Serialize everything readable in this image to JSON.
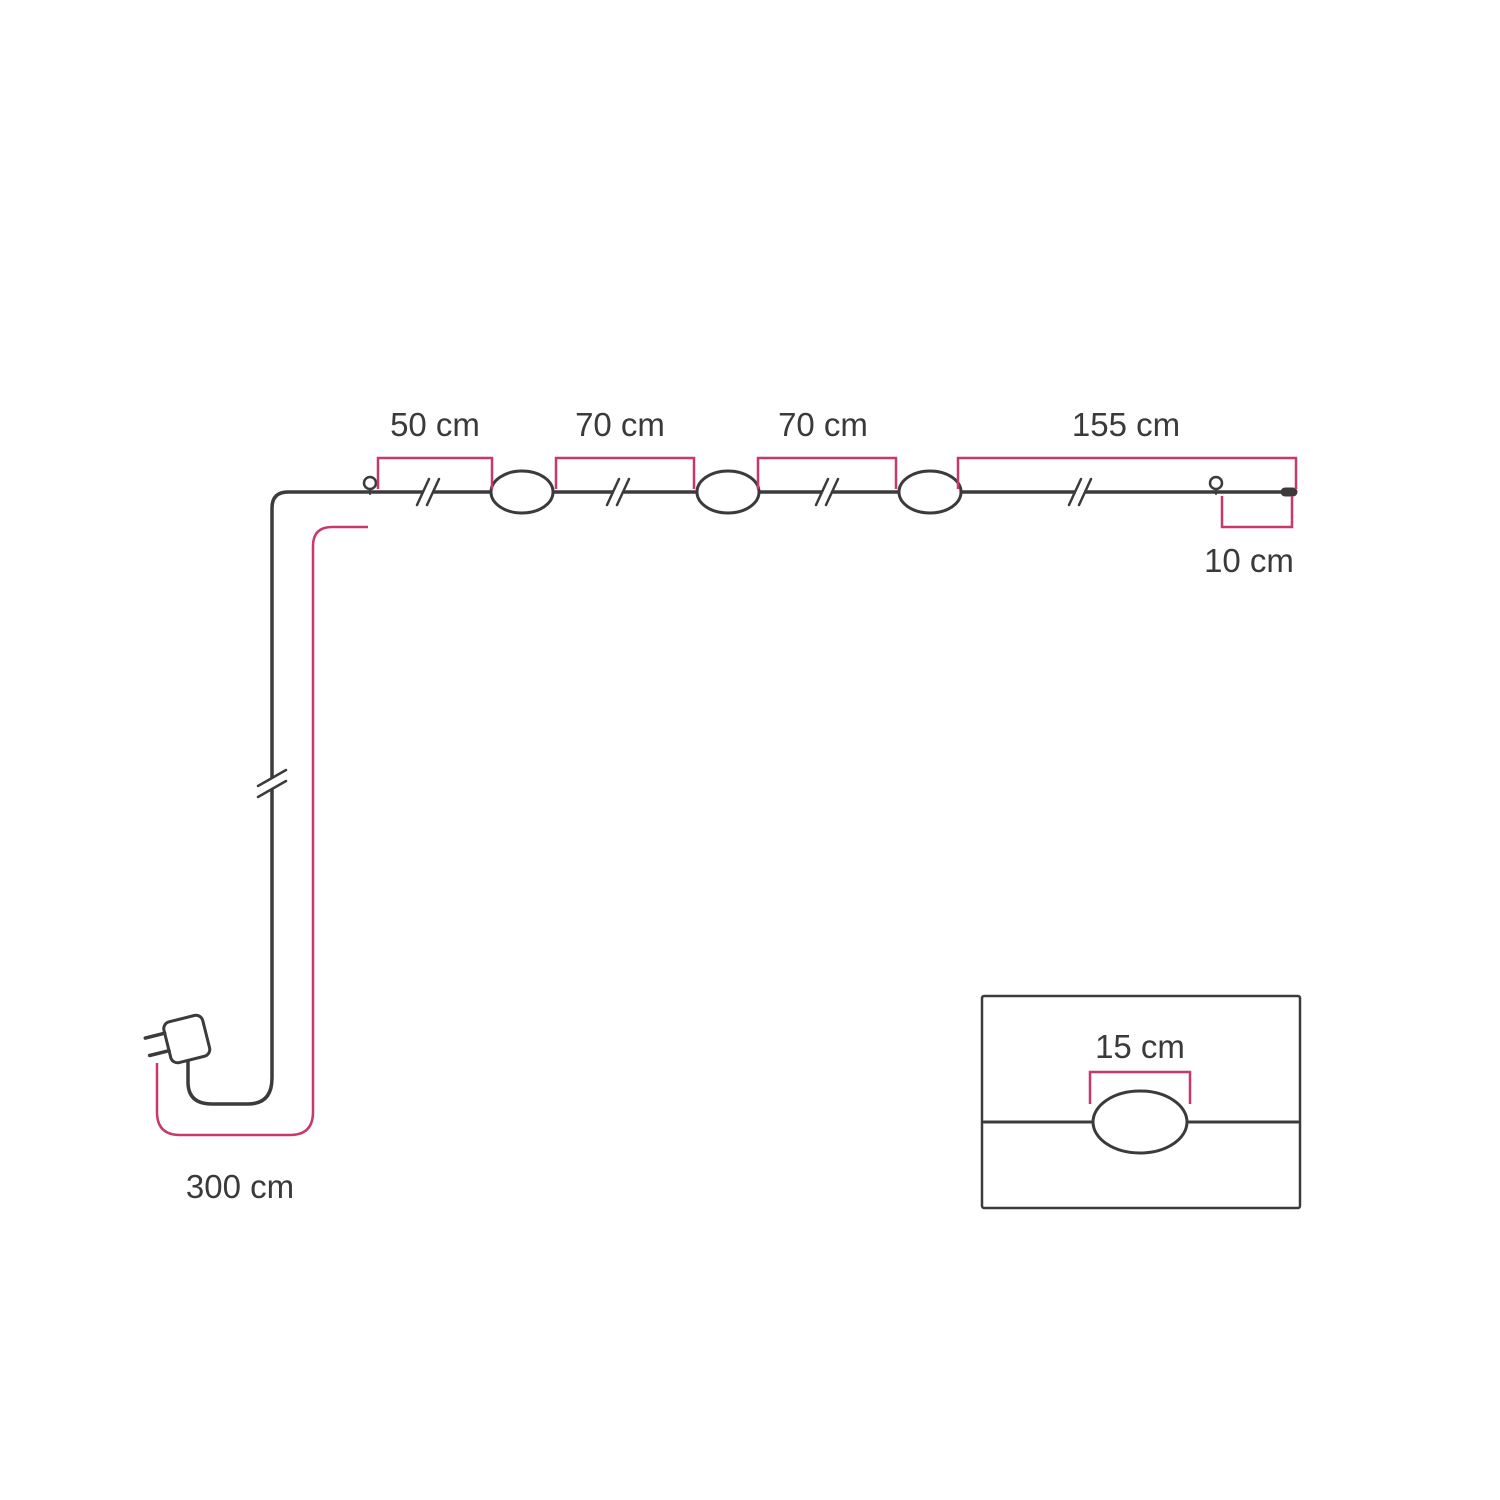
{
  "diagram": {
    "description": "String light cable dimension diagram",
    "colors": {
      "cable": "#3B3B3B",
      "dimension": "#C8386B",
      "text": "#3a3a3a",
      "background": "#FFFFFF"
    },
    "measurements": [
      {
        "id": "segment-hook-to-lampholder-1",
        "label": "50 cm"
      },
      {
        "id": "segment-lampholder-1-to-2",
        "label": "70 cm"
      },
      {
        "id": "segment-lampholder-2-to-3",
        "label": "70 cm"
      },
      {
        "id": "segment-lampholder-3-to-end",
        "label": "155 cm"
      },
      {
        "id": "segment-end-hook-to-tip",
        "label": "10 cm"
      },
      {
        "id": "power-cord-plug-to-hook",
        "label": "300 cm"
      },
      {
        "id": "detail-lampholder-width",
        "label": "15 cm"
      }
    ],
    "components": {
      "lampholder_count": 3,
      "hook_count": 2,
      "has_plug": true,
      "detail_inset": "lampholder-width-closeup"
    }
  }
}
